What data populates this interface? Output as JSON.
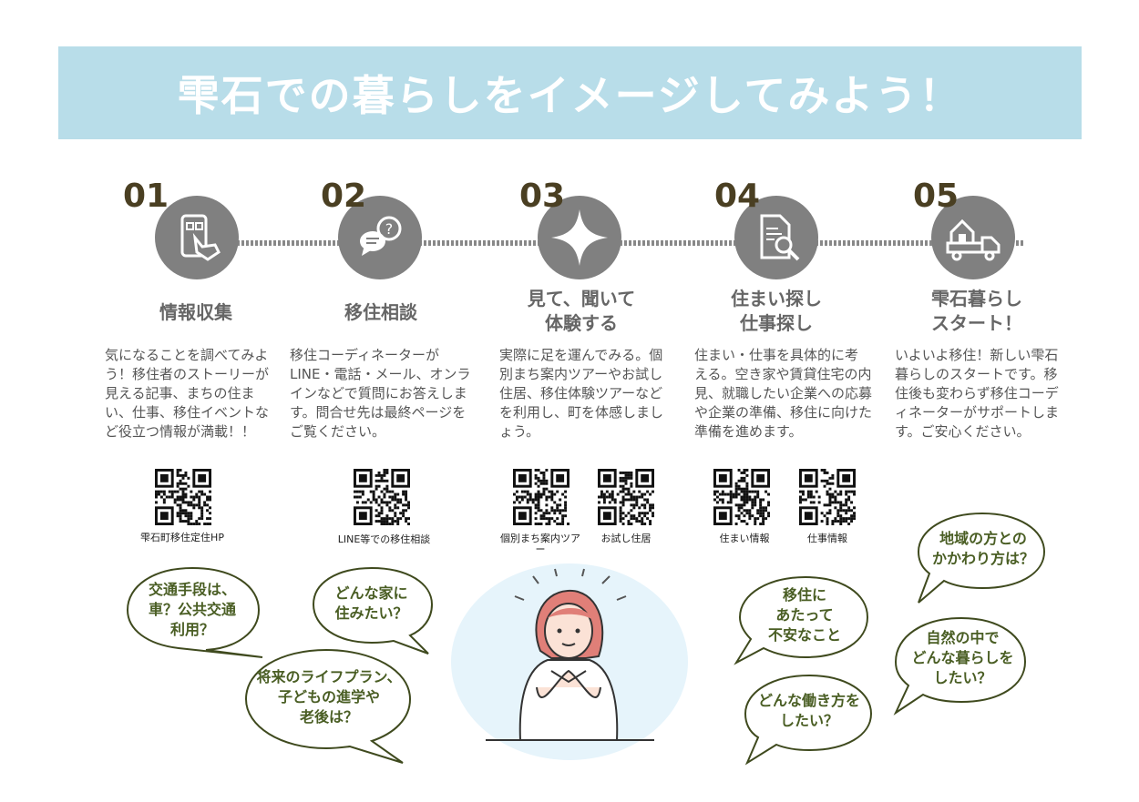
{
  "banner": {
    "title": "雫石での暮らしをイメージしてみよう！"
  },
  "steps": [
    {
      "num": "01",
      "icon": "smartphone-touch-icon",
      "title": "情報収集",
      "desc": "気になることを調べてみよう！移住者のストーリーが見える記事、まちの住まい、仕事、移住イベントなど役立つ情報が満載！！",
      "qr": [
        "雫石町移住定住HP"
      ]
    },
    {
      "num": "02",
      "icon": "chat-question-icon",
      "title": "移住相談",
      "desc": "移住コーディネーターがLINE・電話・メール、オンラインなどで質問にお答えします。問合せ先は最終ページをご覧ください。",
      "qr": [
        "LINE等での移住相談"
      ]
    },
    {
      "num": "03",
      "icon": "sparkle-icon",
      "title": "見て、聞いて\n体験する",
      "desc": "実際に足を運んでみる。個別まち案内ツアーやお試し住居、移住体験ツアーなどを利用し、町を体感しましょう。",
      "qr": [
        "個別まち案内ツアー",
        "お試し住居"
      ]
    },
    {
      "num": "04",
      "icon": "document-search-icon",
      "title": "住まい探し\n仕事探し",
      "desc": "住まい・仕事を具体的に考える。空き家や賃貸住宅の内見、就職したい企業への応募や企業の準備、移住に向けた準備を進めます。",
      "qr": [
        "住まい情報",
        "仕事情報"
      ]
    },
    {
      "num": "05",
      "icon": "moving-truck-icon",
      "title": "雫石暮らし\nスタート！",
      "desc": "いよいよ移住！新しい雫石暮らしのスタートです。移住後も変わらず移住コーディネーターがサポートします。ご安心ください。",
      "qr": []
    }
  ],
  "bubbles": {
    "transport": "交通手段は、\n車？公共交通\n利用？",
    "house": "どんな家に\n住みたい？",
    "future": "将来のライフプラン、\n子どもの進学や\n老後は？",
    "anxiety": "移住に\nあたって\n不安なこと",
    "work": "どんな働き方を\nしたい？",
    "community": "地域の方との\nかかわり方は？",
    "nature": "自然の中で\nどんな暮らしを\nしたい？"
  },
  "colors": {
    "banner": "#b8dde9",
    "icon_bg": "#808080",
    "bubble_text": "#4a5e24",
    "number": "#4a3f22"
  }
}
